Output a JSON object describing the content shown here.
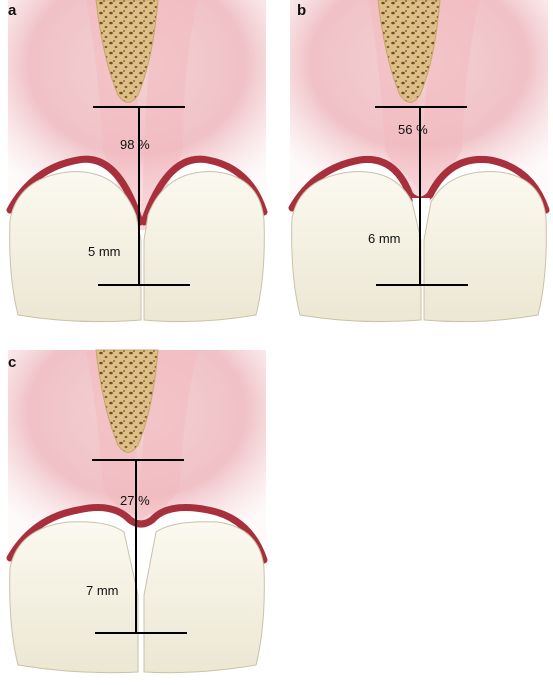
{
  "panels": [
    {
      "letter": "a",
      "percent_label": "98 %",
      "distance_label": "5 mm",
      "distance_mm": 5,
      "percent": 98
    },
    {
      "letter": "b",
      "percent_label": "56 %",
      "distance_label": "6 mm",
      "distance_mm": 6,
      "percent": 56
    },
    {
      "letter": "c",
      "percent_label": "27 %",
      "distance_label": "7 mm",
      "distance_mm": 7,
      "percent": 27
    }
  ],
  "colors": {
    "gingiva": "#f2c4c8",
    "gingiva_edge": "#a8303d",
    "bone": "#d9bd85",
    "bone_pores": "#7a4a1c",
    "tooth": "#f6f3e6",
    "tooth_outline": "#c9c2a8",
    "measure_line": "#000000"
  }
}
